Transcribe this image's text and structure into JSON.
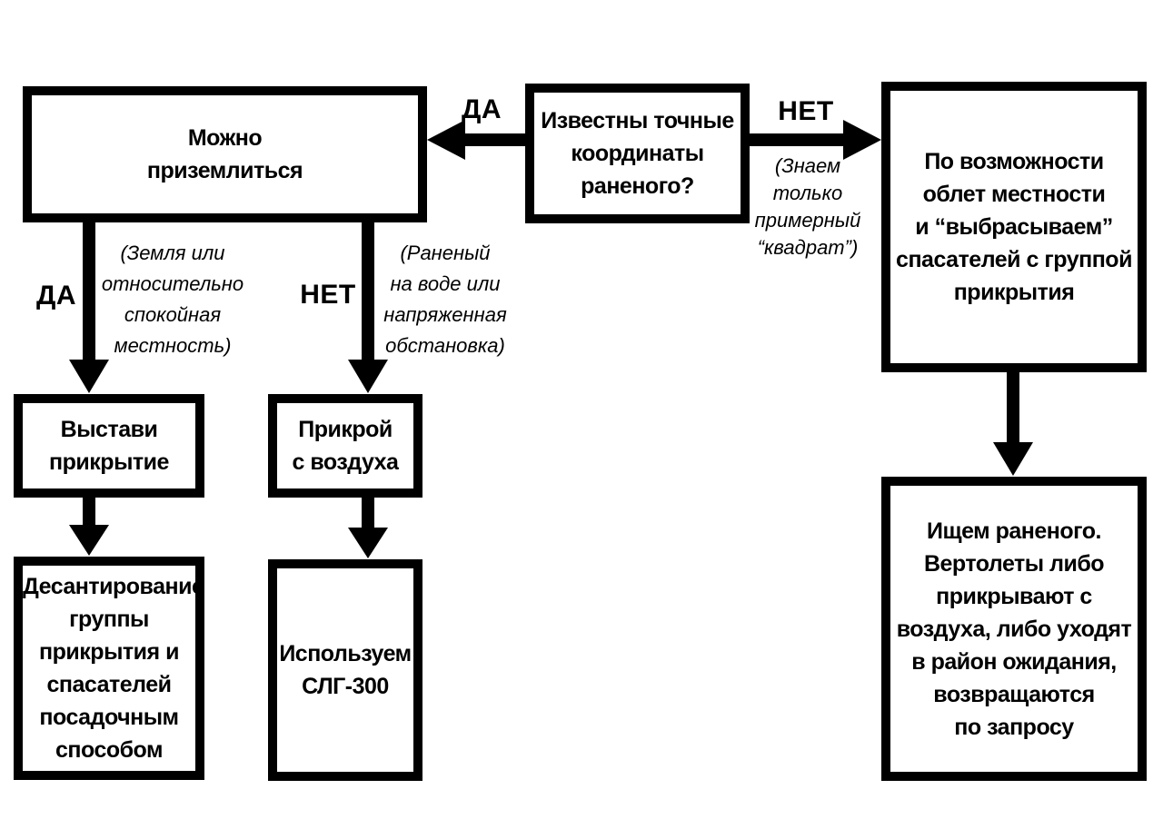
{
  "diagram": {
    "background_color": "#ffffff",
    "line_color": "#000000",
    "nodes": {
      "coords_question": {
        "text": "Известны точные\nкоординаты\nраненого?"
      },
      "can_land": {
        "text": "Можно\nприземлиться"
      },
      "flyover": {
        "text": "По возможности\nоблет местности\nи “выбрасываем”\nспасателей с группой\nприкрытия"
      },
      "cover_setup": {
        "text": "Выстави\nприкрытие"
      },
      "cover_air": {
        "text": "Прикрой\nс воздуха"
      },
      "landing_party": {
        "text": "Десантирование\nгруппы\nприкрытия и\nспасателей\nпосадочным\nспособом"
      },
      "slg": {
        "text": "Используем\nСЛГ-300"
      },
      "search": {
        "text": "Ищем раненого.\nВертолеты либо\nприкрывают с\nвоздуха, либо уходят\nв район ожидания,\nвозвращаются\nпо запросу"
      }
    },
    "labels": {
      "yes_top": "ДА",
      "no_top": "НЕТ",
      "yes_left": "ДА",
      "no_mid": "НЕТ"
    },
    "annotations": {
      "square": "(Знаем\nтолько\nпримерный\n“квадрат”)",
      "ground": "(Земля или\nотносительно\nспокойная\nместность)",
      "water": "(Раненый\nна воде или\nнапряженная\nобстановка)"
    }
  }
}
